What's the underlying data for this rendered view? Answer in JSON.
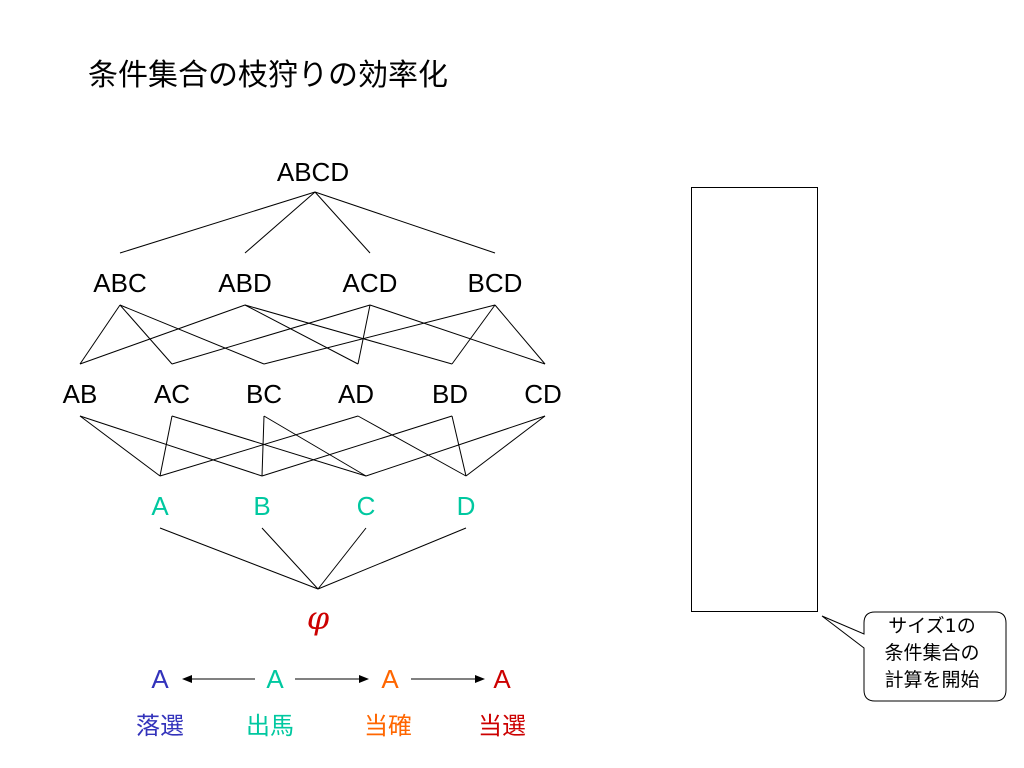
{
  "title": "条件集合の枝狩りの効率化",
  "lattice": {
    "top": "ABCD",
    "level3": [
      "ABC",
      "ABD",
      "ACD",
      "BCD"
    ],
    "level2": [
      "AB",
      "AC",
      "BC",
      "AD",
      "BD",
      "CD"
    ],
    "level1": [
      "A",
      "B",
      "C",
      "D"
    ],
    "bottom": "φ"
  },
  "legend": {
    "letters": [
      "A",
      "A",
      "A",
      "A"
    ],
    "labels": [
      "落選",
      "出馬",
      "当確",
      "当選"
    ]
  },
  "colors": {
    "rejected": "#3333bb",
    "running": "#00c8a0",
    "assured": "#ff6600",
    "elected": "#cc0000",
    "line": "#000000"
  },
  "callout": {
    "lines": [
      "サイズ1の",
      "条件集合の",
      "計算を開始"
    ]
  }
}
